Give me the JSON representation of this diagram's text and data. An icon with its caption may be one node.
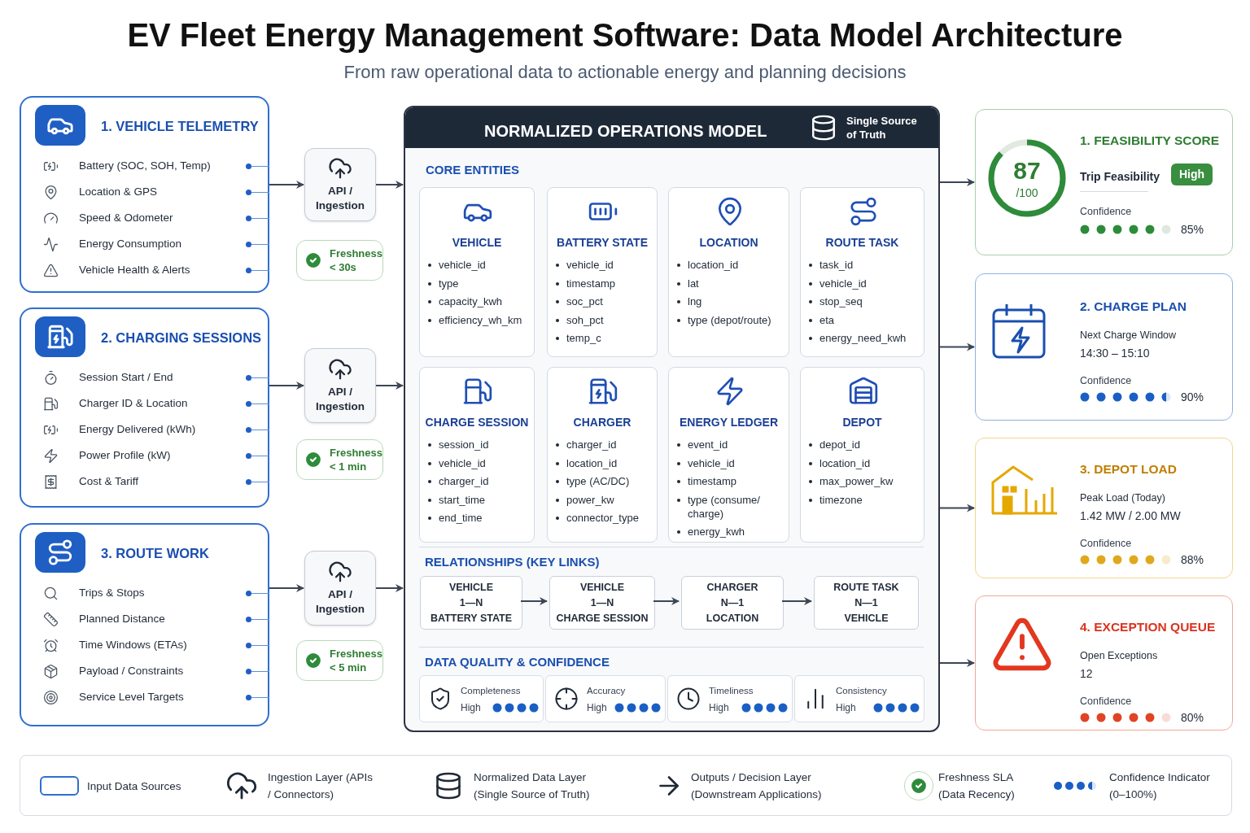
{
  "diagram": {
    "title": "EV Fleet Energy Management Software: Data Model Architecture",
    "caption": "From raw operational data to actionable energy and planning decisions",
    "nodes": [
      {
        "text": [
          "1. VEHICLE TELEMETRY",
          "Battery (SOC, SOH, Temp)",
          "Location & GPS",
          "Speed & Odometer",
          "Energy Consumption",
          "Vehicle Health & Alerts"
        ]
      },
      {
        "text": [
          "2. CHARGING SESSIONS",
          "Session Start / End",
          "Charger ID & Location",
          "Energy Delivered (kWh)",
          "Power Profile (kW)",
          "Cost & Tariff"
        ]
      },
      {
        "text": [
          "3. ROUTE WORK",
          "Trips & Stops",
          "Planned Distance",
          "Time Windows (ETAs)",
          "Payload / Constraints",
          "Service Level Targets"
        ]
      },
      {
        "text": [
          "API / Ingestion"
        ]
      },
      {
        "text": [
          "API / Ingestion"
        ]
      },
      {
        "text": [
          "API / Ingestion"
        ]
      },
      {
        "text": [
          "Freshness",
          "< 30s"
        ]
      },
      {
        "text": [
          "Freshness",
          "< 1 min"
        ]
      },
      {
        "text": [
          "Freshness",
          "< 5 min"
        ]
      },
      {
        "text": [
          "NORMALIZED OPERATIONS MODEL",
          "Single Source of Truth",
          "CORE ENTITIES",
          "RELATIONSHIPS (KEY LINKS)",
          "DATA QUALITY & CONFIDENCE"
        ]
      },
      {
        "text": [
          "VEHICLE",
          "vehicle_id",
          "type",
          "capacity_kwh",
          "efficiency_wh_km"
        ],
        "in": 9
      },
      {
        "text": [
          "BATTERY STATE",
          "vehicle_id",
          "timestamp",
          "soc_pct",
          "soh_pct",
          "temp_c"
        ],
        "in": 9
      },
      {
        "text": [
          "LOCATION",
          "location_id",
          "lat",
          "lng",
          "type (depot/route)"
        ],
        "in": 9
      },
      {
        "text": [
          "ROUTE TASK",
          "task_id",
          "vehicle_id",
          "stop_seq",
          "eta",
          "energy_need_kwh"
        ],
        "in": 9
      },
      {
        "text": [
          "CHARGE SESSION",
          "session_id",
          "vehicle_id",
          "charger_id",
          "start_time",
          "end_time"
        ],
        "in": 9
      },
      {
        "text": [
          "CHARGER",
          "charger_id",
          "location_id",
          "type (AC/DC)",
          "power_kw",
          "connector_type"
        ],
        "in": 9
      },
      {
        "text": [
          "ENERGY LEDGER",
          "event_id",
          "vehicle_id",
          "timestamp",
          "type (consume/ charge)",
          "energy_kwh"
        ],
        "in": 9
      },
      {
        "text": [
          "DEPOT",
          "depot_id",
          "location_id",
          "max_power_kw",
          "timezone"
        ],
        "in": 9
      },
      {
        "text": [
          "VEHICLE",
          "1—N",
          "BATTERY STATE"
        ],
        "in": 9
      },
      {
        "text": [
          "VEHICLE",
          "1—N",
          "CHARGE SESSION"
        ],
        "in": 9
      },
      {
        "text": [
          "CHARGER",
          "N—1",
          "LOCATION"
        ],
        "in": 9
      },
      {
        "text": [
          "ROUTE TASK",
          "N—1",
          "VEHICLE"
        ],
        "in": 9
      },
      {
        "text": [
          "Completeness",
          "High"
        ],
        "in": 9
      },
      {
        "text": [
          "Accuracy",
          "High"
        ],
        "in": 9
      },
      {
        "text": [
          "Timeliness",
          "High"
        ],
        "in": 9
      },
      {
        "text": [
          "Consistency",
          "High"
        ],
        "in": 9
      },
      {
        "text": [
          "1. FEASIBILITY SCORE",
          "87",
          "/100",
          "Trip Feasibility",
          "High",
          "Confidence",
          "85%"
        ]
      },
      {
        "text": [
          "2. CHARGE PLAN",
          "Next Charge Window",
          "14:30 – 15:10",
          "Confidence",
          "90%"
        ]
      },
      {
        "text": [
          "3. DEPOT LOAD",
          "Peak Load (Today)",
          "1.42 MW / 2.00 MW",
          "Confidence",
          "88%"
        ]
      },
      {
        "text": [
          "4. EXCEPTION QUEUE",
          "Open Exceptions",
          "12",
          "Confidence",
          "80%"
        ]
      }
    ],
    "edges": [
      {
        "from": 0,
        "to": 3,
        "arrow": "to"
      },
      {
        "from": 3,
        "to": 9,
        "arrow": "to"
      },
      {
        "from": 1,
        "to": 4,
        "arrow": "to"
      },
      {
        "from": 4,
        "to": 9,
        "arrow": "to"
      },
      {
        "from": 2,
        "to": 5,
        "arrow": "to"
      },
      {
        "from": 5,
        "to": 9,
        "arrow": "to"
      },
      {
        "from": 9,
        "to": 26,
        "arrow": "to"
      },
      {
        "from": 9,
        "to": 27,
        "arrow": "to"
      },
      {
        "from": 9,
        "to": 28,
        "arrow": "to"
      },
      {
        "from": 9,
        "to": 29,
        "arrow": "to"
      },
      {
        "from": 18,
        "to": 19,
        "arrow": "to"
      },
      {
        "from": 19,
        "to": 20,
        "arrow": "to"
      },
      {
        "from": 20,
        "to": 21,
        "arrow": "to"
      }
    ],
    "legend": [
      {
        "text": "Input Data Sources"
      },
      {
        "text": "Ingestion Layer (APIs / Connectors)"
      },
      {
        "text": "Normalized Data Layer (Single Source of Truth)"
      },
      {
        "text": "Outputs / Decision Layer (Downstream Applications)"
      },
      {
        "text": "Freshness SLA (Data Recency)"
      },
      {
        "text": "Confidence Indicator (0–100%)"
      }
    ]
  }
}
